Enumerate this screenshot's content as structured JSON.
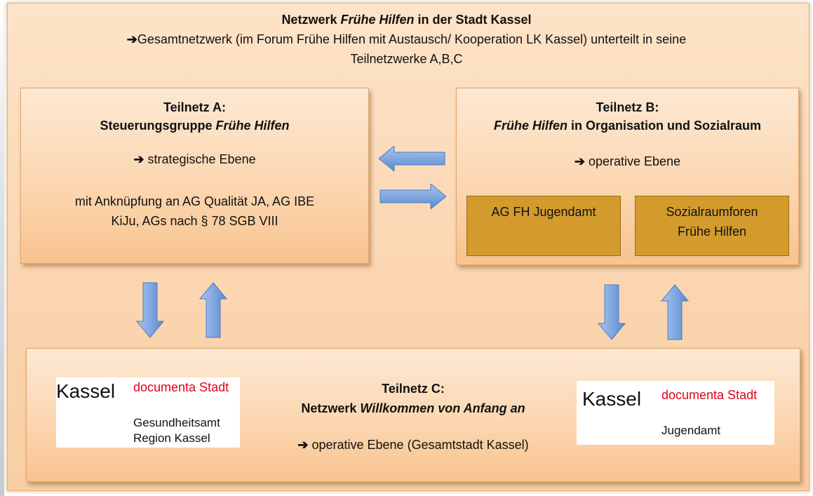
{
  "title": {
    "line1_prefix": "Netzwerk ",
    "line1_em": "Frühe Hilfen",
    "line1_suffix": " in der Stadt Kassel",
    "line2_arrow": "➔",
    "line2": "Gesamtnetzwerk (im Forum Frühe Hilfen mit Austausch/ Kooperation LK Kassel) unterteilt in seine",
    "line3": "Teilnetzwerke A,B,C"
  },
  "teilnetz_a": {
    "heading": "Teilnetz A:",
    "name_prefix": "Steuerungsgruppe ",
    "name_em": "Frühe Hilfen",
    "level_arrow": "➔",
    "level": " strategische Ebene",
    "note_line1": "mit Anknüpfung an AG Qualität JA, AG IBE",
    "note_line2": "KiJu, AGs nach § 78 SGB VIII"
  },
  "teilnetz_b": {
    "heading": "Teilnetz B:",
    "name_em": "Frühe Hilfen",
    "name_suffix": " in Organisation und Sozialraum",
    "level_arrow": "➔",
    "level": " operative Ebene",
    "sub1": "AG FH Jugendamt",
    "sub2_line1": "Sozialraumforen",
    "sub2_line2": "Frühe Hilfen"
  },
  "teilnetz_c": {
    "heading": "Teilnetz C:",
    "name_prefix": "Netzwerk ",
    "name_em": "Willkommen von Anfang an",
    "level_arrow": "➔",
    "level": " operative Ebene (Gesamtstadt Kassel)"
  },
  "logo_gesundheitsamt": {
    "city": "Kassel",
    "tagline": "documenta Stadt",
    "dept_line1": "Gesundheitsamt",
    "dept_line2": "Region Kassel"
  },
  "logo_jugendamt": {
    "city": "Kassel",
    "tagline": "documenta Stadt",
    "dept_line1": "Jugendamt"
  },
  "colors": {
    "background": "#fbd6b1",
    "box_fill": "#fbd5ae",
    "sub_box_fill": "#d39b2e",
    "arrow_fill": "#6f9ad6",
    "logo_red": "#e2001a"
  }
}
